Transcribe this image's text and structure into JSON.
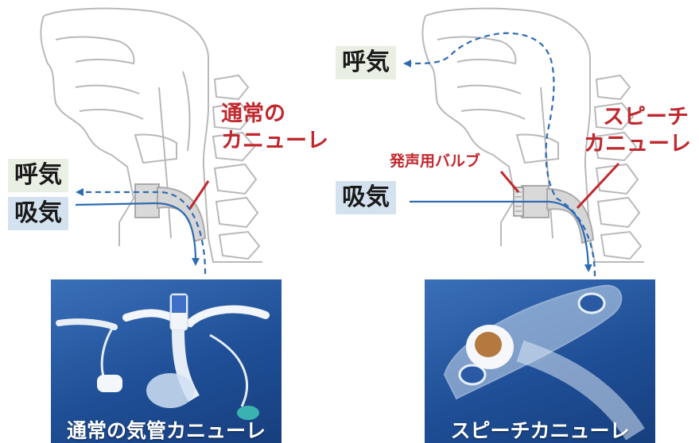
{
  "left": {
    "exhale_label": "呼気",
    "inhale_label": "吸気",
    "cannula_label_line1": "通常の",
    "cannula_label_line2": "カニューレ",
    "photo_caption": "通常の気管カニューレ"
  },
  "right": {
    "exhale_label": "呼気",
    "inhale_label": "吸気",
    "valve_label": "発声用バルブ",
    "cannula_label_line1": "スピーチ",
    "cannula_label_line2": "カニューレ",
    "photo_caption": "スピーチカニューレ"
  },
  "colors": {
    "pointer_red": "#c0282d",
    "airflow_blue": "#2d6bb3",
    "photo_bg": "#1f4f97",
    "exhale_box_bg": "#e9efe3",
    "inhale_box_bg": "#d4e2f0"
  }
}
